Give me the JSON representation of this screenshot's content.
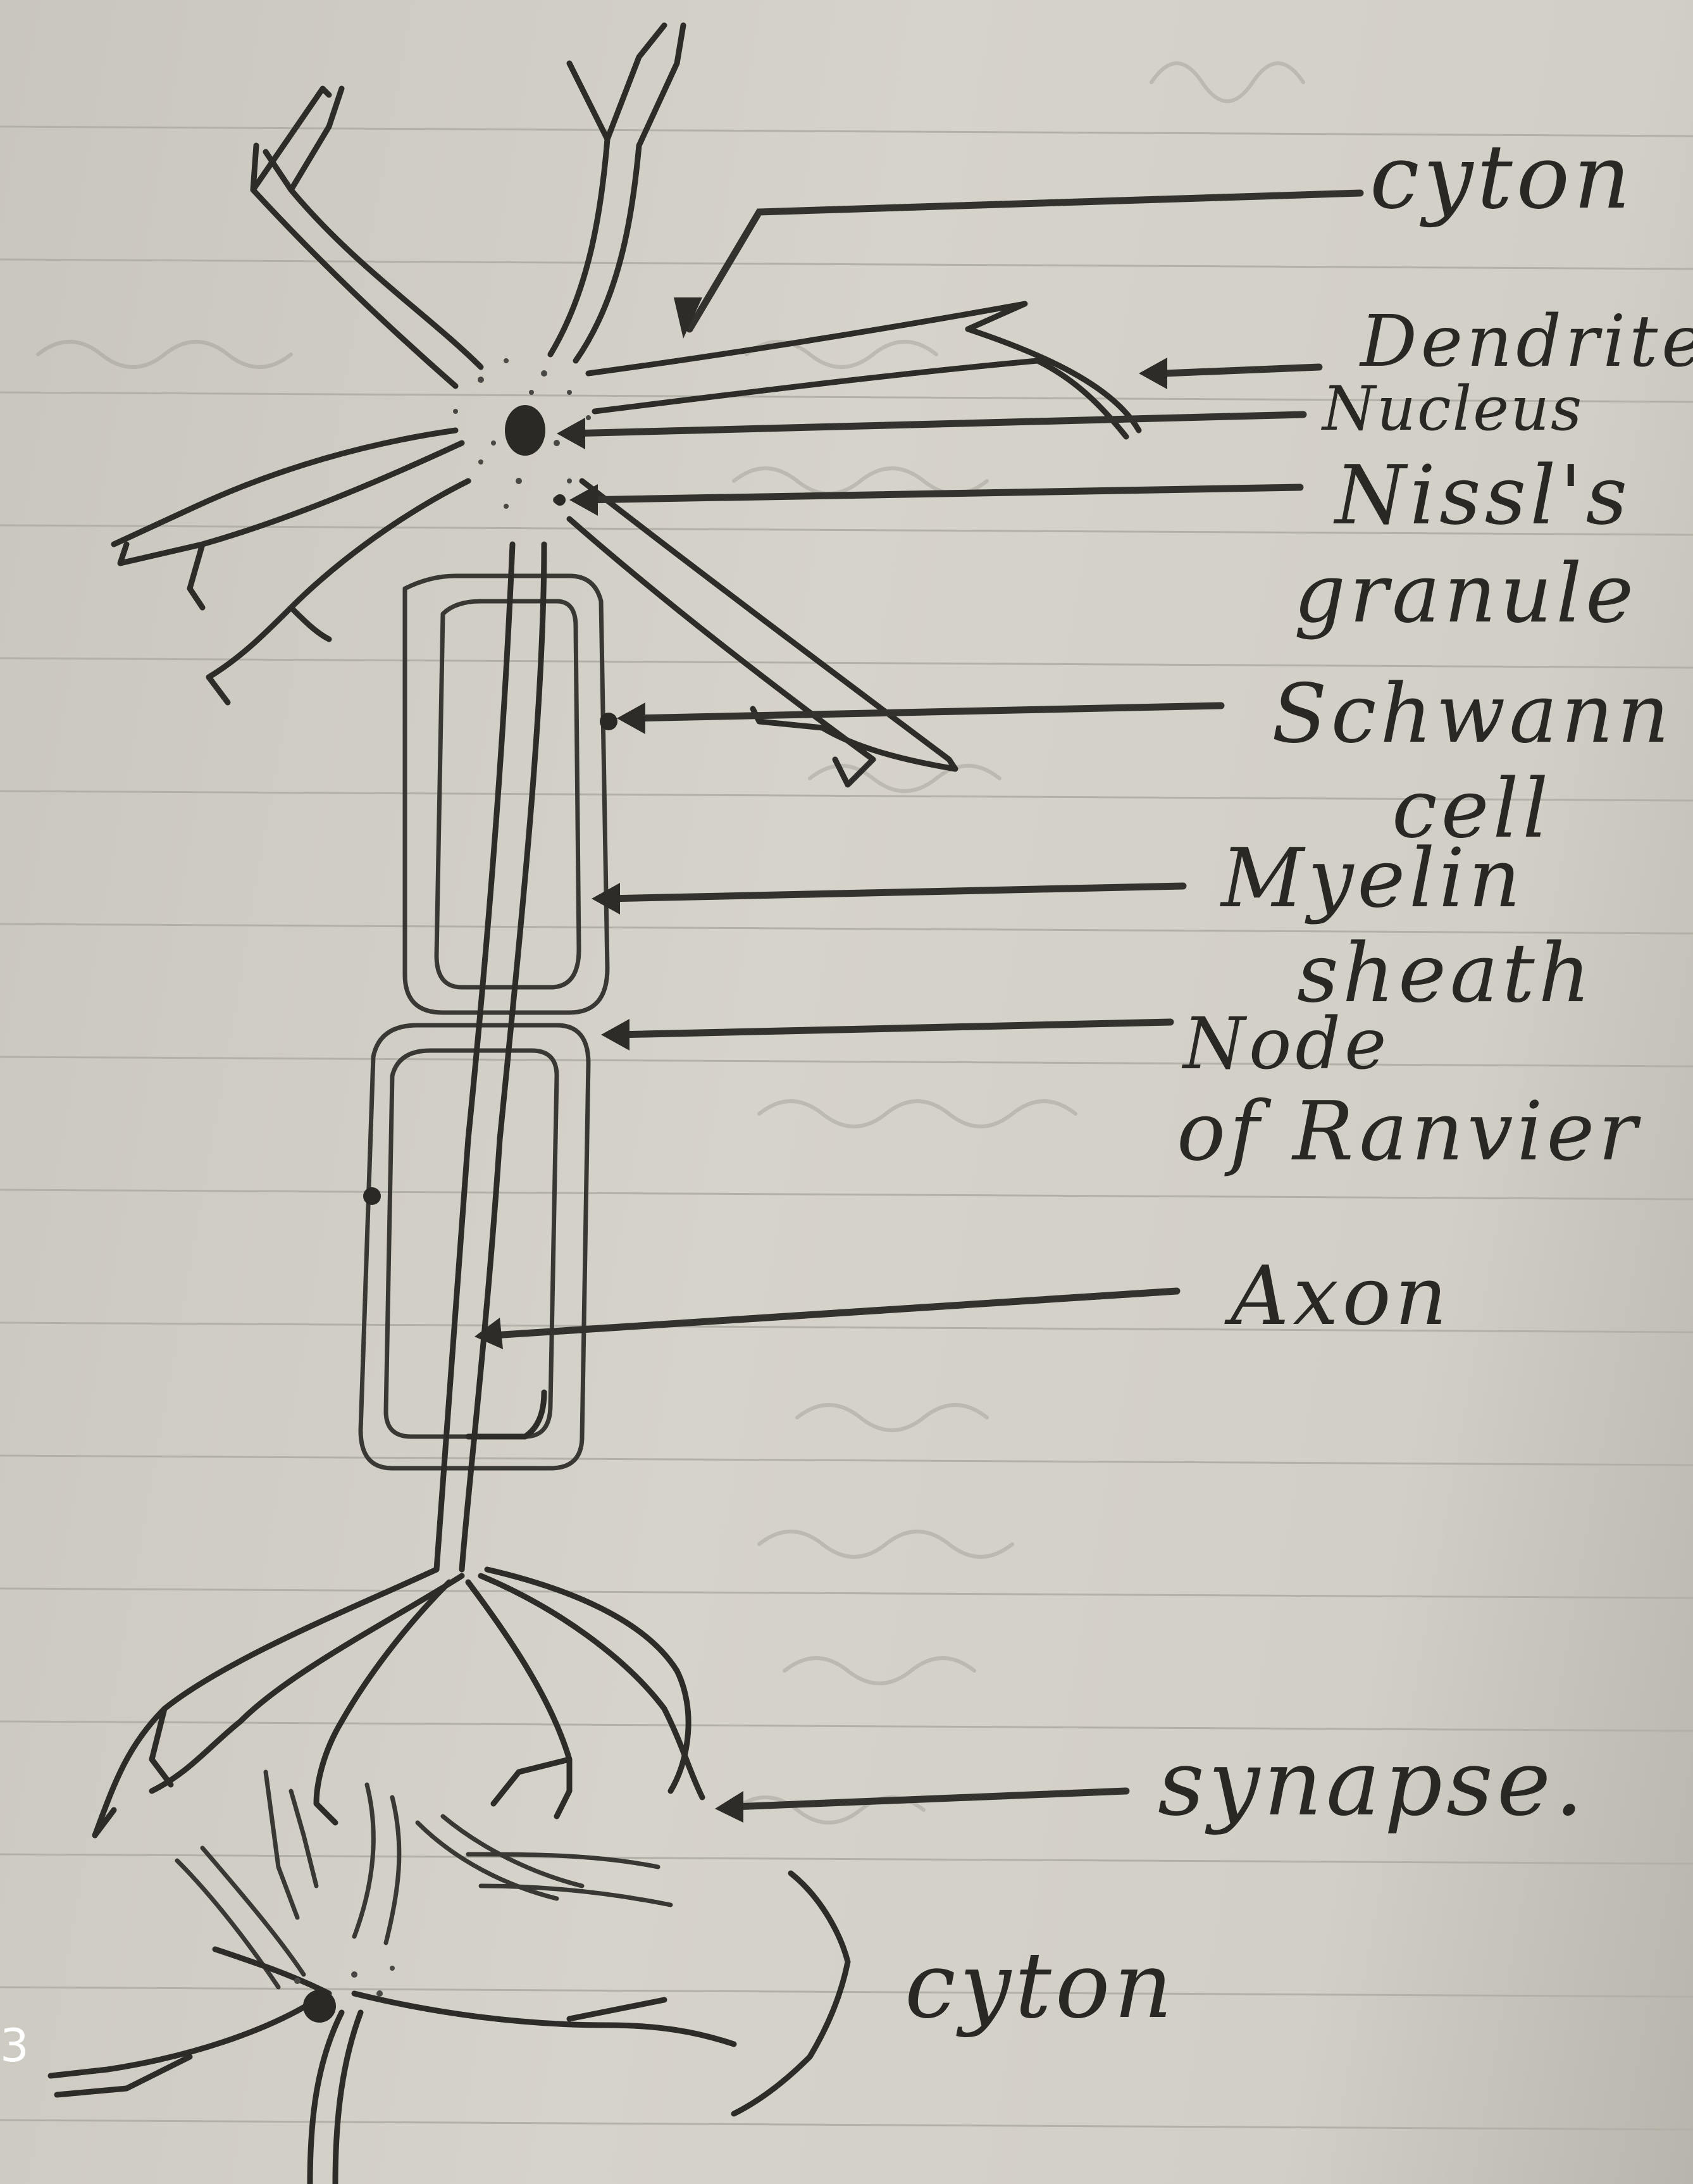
{
  "diagram": {
    "labels": {
      "cyton_top": "cyton",
      "dendrite": "Dendrite",
      "nucleus": "Nucleus",
      "nissls": "Nissl's",
      "nissls_2": "granule",
      "schwann": "Schwann",
      "schwann_2": "cell",
      "myelin": "Myelin",
      "myelin_2": "sheath",
      "node": "Node",
      "node_2": "of Ranvier",
      "axon": "Axon",
      "synapse": "synapse.",
      "cyton_bottom": "cyton"
    },
    "page_number": "3"
  }
}
